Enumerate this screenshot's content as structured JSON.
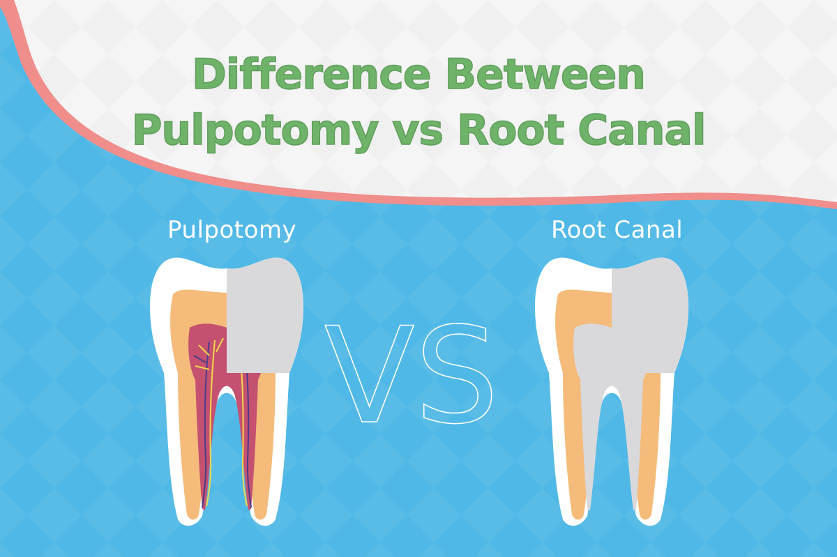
{
  "title": {
    "line1": "Difference Between",
    "line2": "Pulpotomy vs Root Canal"
  },
  "labels": {
    "left": "Pulpotomy",
    "right": "Root Canal"
  },
  "vs_text": "VS",
  "colors": {
    "background_blue": "#4fb8e6",
    "wave_white": "#f5f5f5",
    "wave_border": "#ef8e8b",
    "title_green": "#6fb36a",
    "enamel": "#ffffff",
    "dentin": "#f4bb7a",
    "pulp": "#c55170",
    "filling": "#d9d9dc",
    "nerve": "#f2d84b",
    "vessel": "#4a3d8a"
  }
}
